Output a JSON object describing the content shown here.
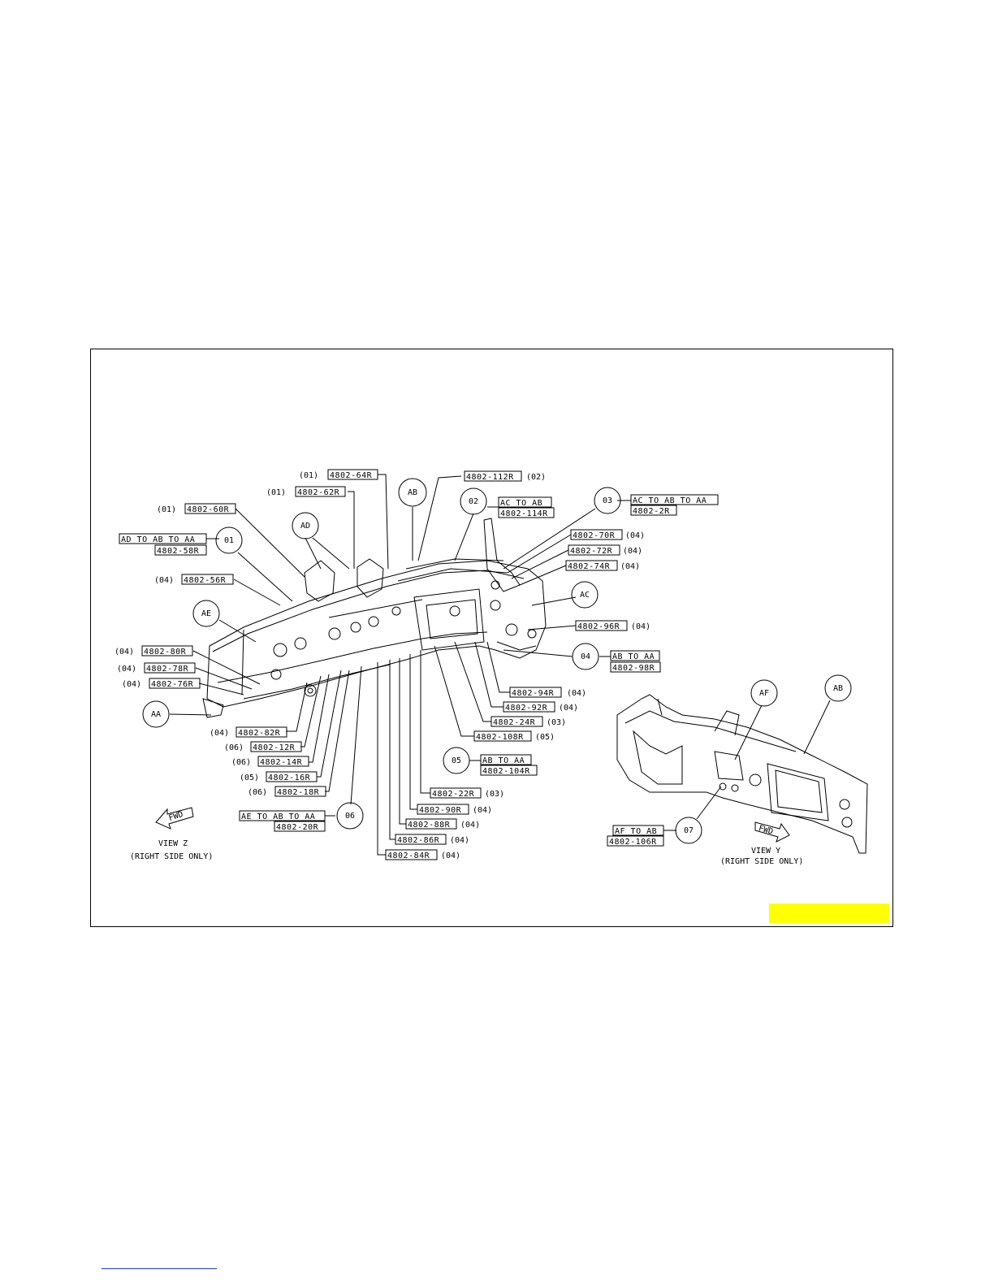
{
  "colors": {
    "line": "#000000",
    "highlight": "#ffff00",
    "link": "#1a3bd6"
  },
  "view_z": {
    "title": "VIEW Z",
    "subtitle": "(RIGHT SIDE ONLY)",
    "arrow": "FWD"
  },
  "view_y": {
    "title": "VIEW Y",
    "subtitle": "(RIGHT SIDE ONLY)",
    "arrow": "FWD"
  },
  "circles": {
    "aa": "AA",
    "ab": "AB",
    "ab2": "AB",
    "ac": "AC",
    "ad": "AD",
    "ae": "AE",
    "af": "AF",
    "c01": "01",
    "c02": "02",
    "c03": "03",
    "c04": "04",
    "c05": "05",
    "c06": "06",
    "c07": "07"
  },
  "parts": {
    "p64": "4802-64R",
    "p64q": "(01)",
    "p62": "4802-62R",
    "p62q": "(01)",
    "p60": "4802-60R",
    "p60q": "(01)",
    "p58": "4802-58R",
    "p58t": "AD TO AB TO AA",
    "p56": "4802-56R",
    "p56q": "(04)",
    "p80": "4802-80R",
    "p80q": "(04)",
    "p78": "4802-78R",
    "p78q": "(04)",
    "p76": "4802-76R",
    "p76q": "(04)",
    "p82": "4802-82R",
    "p82q": "(04)",
    "p12": "4802-12R",
    "p12q": "(06)",
    "p14": "4802-14R",
    "p14q": "(06)",
    "p16": "4802-16R",
    "p16q": "(05)",
    "p18": "4802-18R",
    "p18q": "(06)",
    "p20": "4802-20R",
    "p20t": "AE TO AB TO AA",
    "p84": "4802-84R",
    "p84q": "(04)",
    "p86": "4802-86R",
    "p86q": "(04)",
    "p88": "4802-88R",
    "p88q": "(04)",
    "p90": "4802-90R",
    "p90q": "(04)",
    "p22": "4802-22R",
    "p22q": "(03)",
    "p104": "4802-104R",
    "p104t": "AB TO AA",
    "p108": "4802-108R",
    "p108q": "(05)",
    "p24": "4802-24R",
    "p24q": "(03)",
    "p92": "4802-92R",
    "p92q": "(04)",
    "p94": "4802-94R",
    "p94q": "(04)",
    "p98": "4802-98R",
    "p98t": "AB TO AA",
    "p96": "4802-96R",
    "p96q": "(04)",
    "p74": "4802-74R",
    "p74q": "(04)",
    "p72": "4802-72R",
    "p72q": "(04)",
    "p70": "4802-70R",
    "p70q": "(04)",
    "p2": "4802-2R",
    "p2t": "AC TO AB TO AA",
    "p114": "4802-114R",
    "p114t": "AC TO AB",
    "p112": "4802-112R",
    "p112q": "(02)",
    "p106": "4802-106R",
    "p106t": "AF TO AB"
  }
}
